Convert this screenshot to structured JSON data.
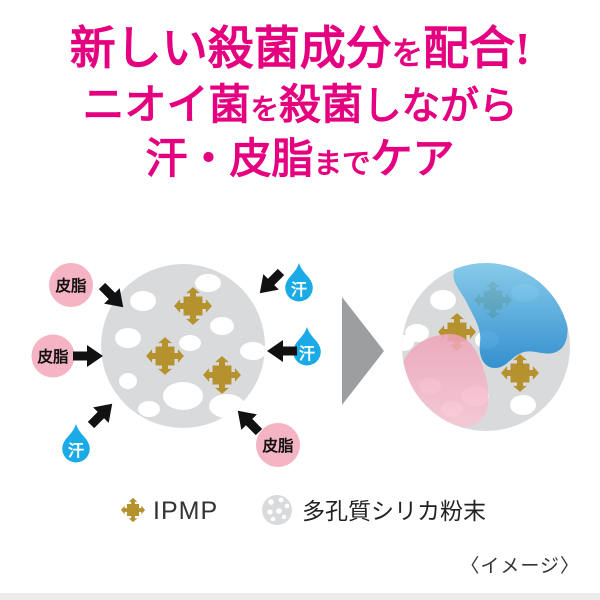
{
  "headline": {
    "color": "#e4007f",
    "line1": {
      "a": "新しい殺菌成分",
      "b": "を",
      "c": "配合!"
    },
    "line2": {
      "a": "ニオイ菌",
      "b": "を",
      "c": "殺菌",
      "d": "しながら"
    },
    "line3": {
      "a": "汗・皮脂",
      "b": "まで",
      "c": "ケア"
    }
  },
  "diagram": {
    "sebum_label": "皮脂",
    "sweat_label": "汗",
    "colors": {
      "sebum_pink": "#f4b4c4",
      "sweat_blue": "#1aabe6",
      "silica_gray": "#d9dadb",
      "hole_white": "#ffffff",
      "ipmp_gold": "#b6922e",
      "arrow_black": "#111111",
      "big_arrow_gray": "#9c9ea0",
      "absorbed_blue_top": "#7ecdf0",
      "absorbed_blue_bottom": "#1080cc",
      "absorbed_pink_top": "#efa2b8",
      "absorbed_pink_bottom": "#f7c6d3"
    }
  },
  "legend": {
    "ipmp_label": "IPMP",
    "silica_label": "多孔質シリカ粉末"
  },
  "caption": "〈イメージ〉"
}
